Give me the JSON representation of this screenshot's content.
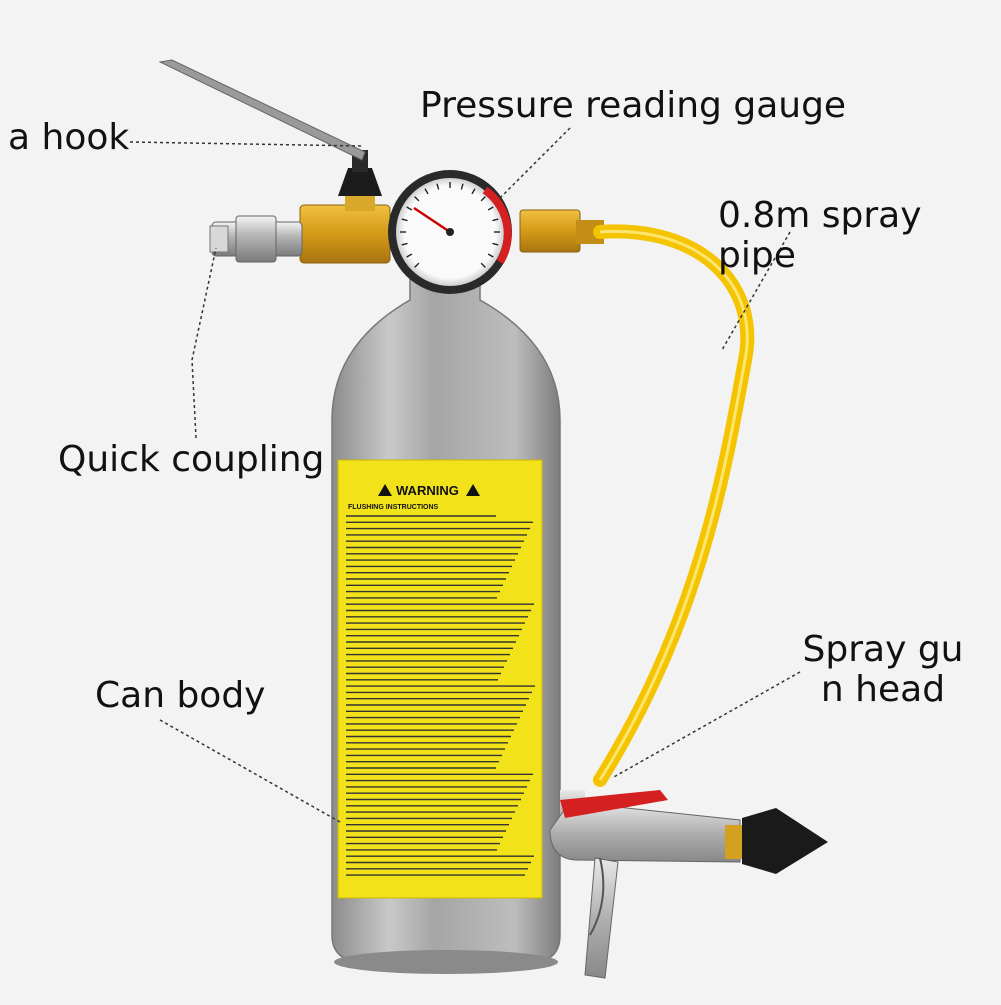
{
  "labels": {
    "hook": "a hook",
    "gauge": "Pressure reading gauge",
    "pipe": "0.8m spray pipe",
    "coupling": "Quick coupling",
    "can": "Can body",
    "gun": "Spray gu\nn head"
  },
  "warning": {
    "title": "WARNING",
    "heading": "FLUSHING INSTRUCTIONS"
  },
  "colors": {
    "background": "#f3f3f3",
    "label_yellow": "#f2e21a",
    "hose_yellow": "#f4c400",
    "brass": "#d4a020",
    "aluminum": "#a8a8a8",
    "trigger_red": "#d42020",
    "nozzle_black": "#1a1a1a"
  }
}
